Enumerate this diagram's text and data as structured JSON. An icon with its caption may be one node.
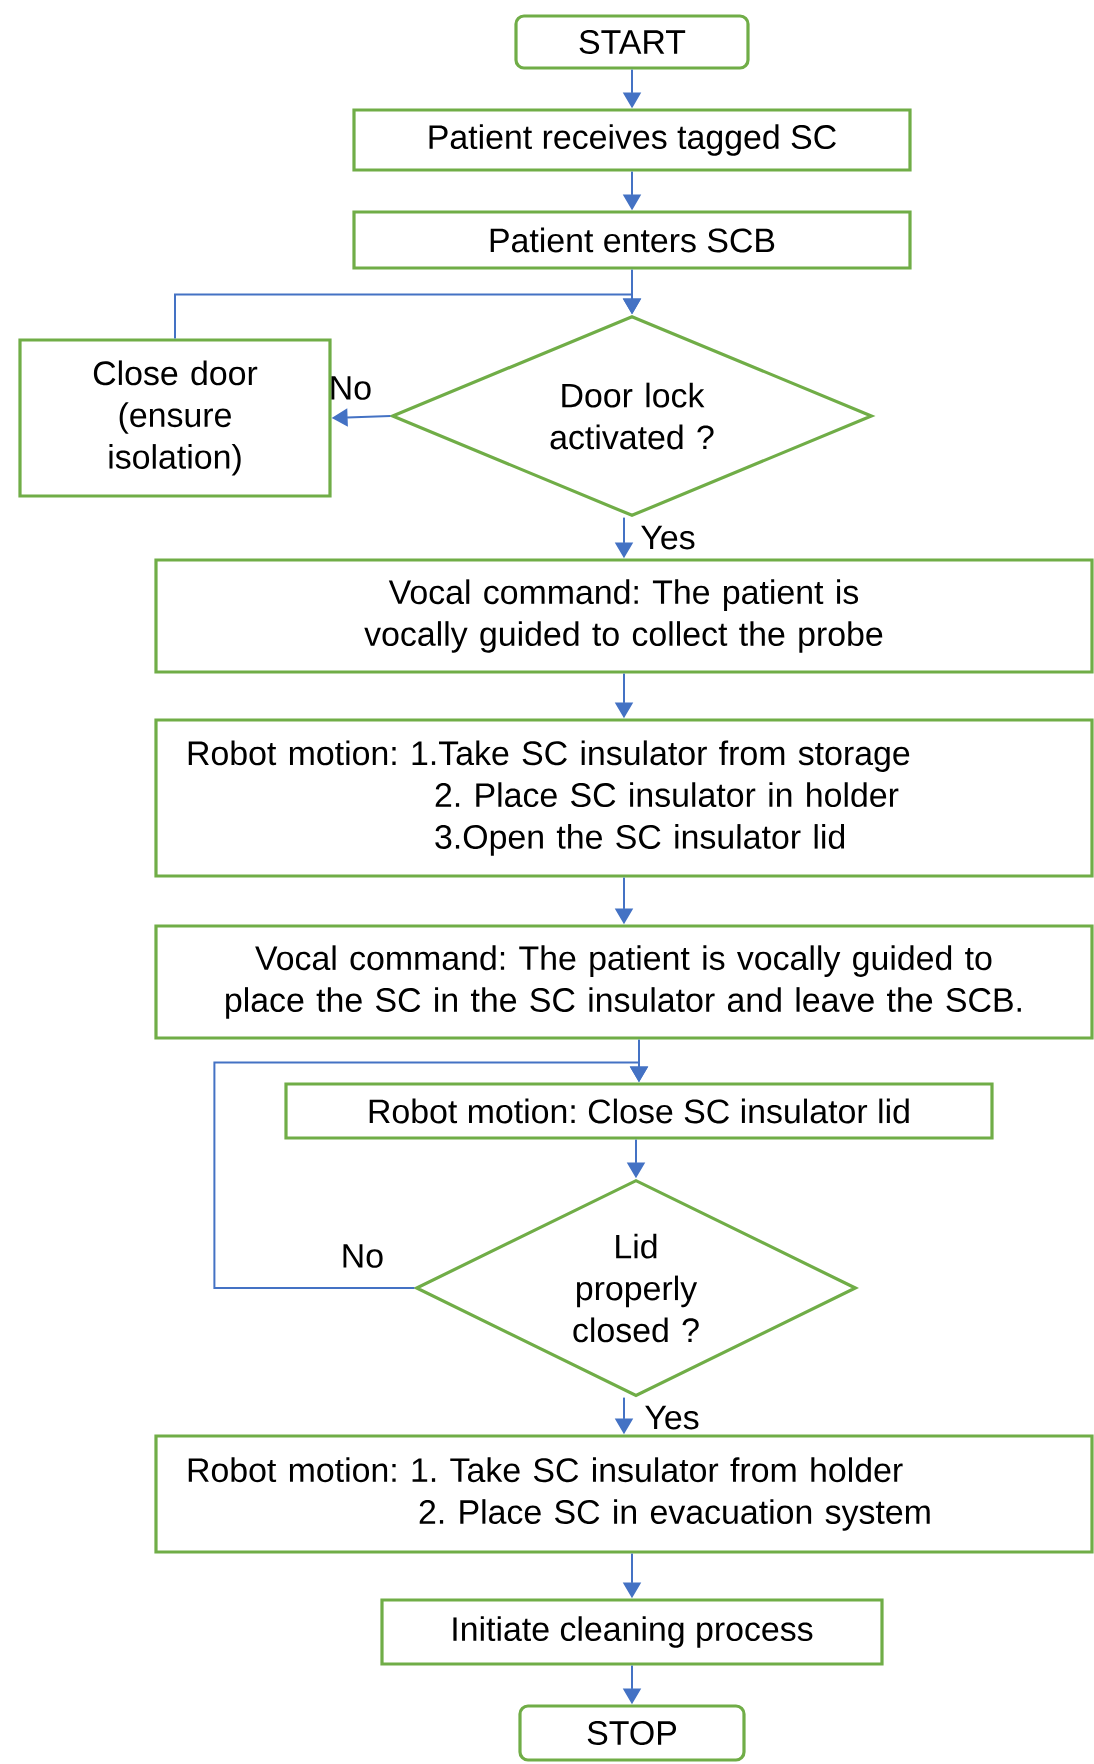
{
  "diagram": {
    "nodes": [
      {
        "text": [
          "START"
        ]
      },
      {
        "text": [
          "Patient receives tagged SC"
        ]
      },
      {
        "text": [
          "Patient enters SCB"
        ]
      },
      {
        "text": [
          "Door lock activated ?"
        ]
      },
      {
        "text": [
          "Close door (ensure isolation)"
        ]
      },
      {
        "text": [
          "Vocal command: The patient is vocally guided to collect the probe"
        ]
      },
      {
        "text": [
          "Robot motion: 1.Take SC insulator from storage",
          "2. Place SC insulator in holder",
          "3.Open the SC insulator lid"
        ]
      },
      {
        "text": [
          "Vocal command: The patient is vocally guided to place the SC in the SC insulator and leave the SCB."
        ]
      },
      {
        "text": [
          "Robot motion: Close SC insulator lid"
        ]
      },
      {
        "text": [
          "Lid properly closed ?"
        ]
      },
      {
        "text": [
          "Robot motion: 1. Take SC insulator from holder",
          "2. Place SC in evacuation system"
        ]
      },
      {
        "text": [
          "Initiate cleaning process"
        ]
      },
      {
        "text": [
          "STOP"
        ]
      }
    ],
    "edges": [
      {
        "from": 0,
        "to": 1,
        "arrow": "to"
      },
      {
        "from": 1,
        "to": 2,
        "arrow": "to"
      },
      {
        "from": 2,
        "to": 3,
        "arrow": "to"
      },
      {
        "from": 3,
        "to": 4,
        "arrow": "to",
        "label": "No"
      },
      {
        "from": 4,
        "to": 3,
        "arrow": "to"
      },
      {
        "from": 3,
        "to": 5,
        "arrow": "to",
        "label": "Yes"
      },
      {
        "from": 5,
        "to": 6,
        "arrow": "to"
      },
      {
        "from": 6,
        "to": 7,
        "arrow": "to"
      },
      {
        "from": 7,
        "to": 8,
        "arrow": "to"
      },
      {
        "from": 8,
        "to": 9,
        "arrow": "to"
      },
      {
        "from": 9,
        "to": 8,
        "arrow": "to",
        "label": "No"
      },
      {
        "from": 9,
        "to": 10,
        "arrow": "to",
        "label": "Yes"
      },
      {
        "from": 10,
        "to": 11,
        "arrow": "to"
      },
      {
        "from": 11,
        "to": 12,
        "arrow": "to"
      }
    ]
  }
}
